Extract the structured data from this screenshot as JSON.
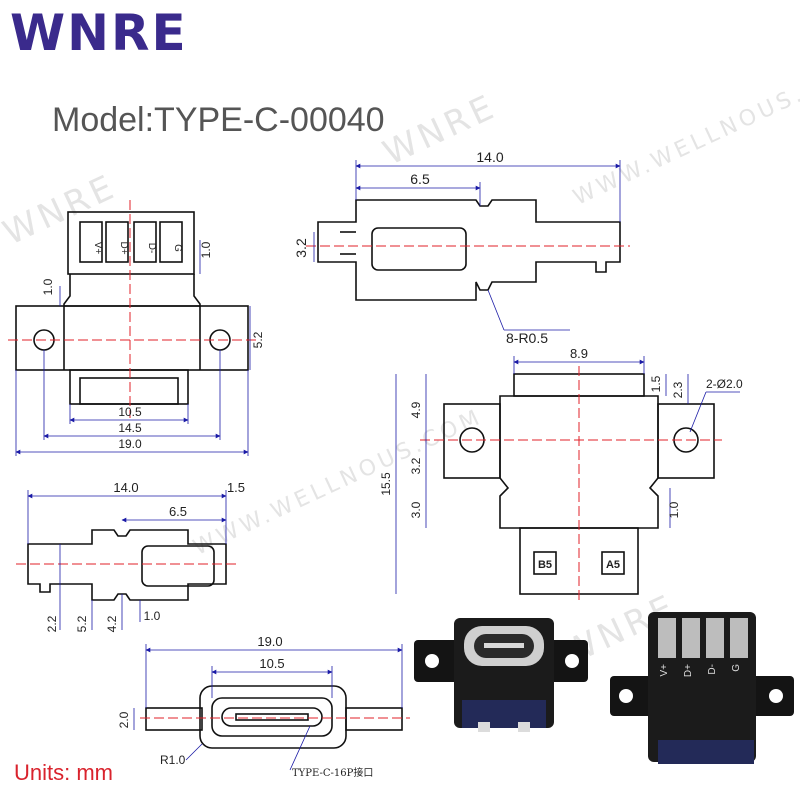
{
  "brand": {
    "logo_text": "WNRE"
  },
  "model": {
    "label": "Model:TYPE-C-00040"
  },
  "units": {
    "label": "Units: mm"
  },
  "colors": {
    "brand": "#3a2a8c",
    "units": "#d9232d",
    "outline": "#111111",
    "dimension": "#1a1aa6",
    "centerline": "#e0202a"
  },
  "watermarks": [
    "WNRE",
    "WWW.WELLNOUS.COM"
  ],
  "views": {
    "front": {
      "pin_labels": [
        "V+",
        "D+",
        "D-",
        "G"
      ],
      "dims": [
        "1.0",
        "1.0",
        "5.2",
        "10.5",
        "14.5",
        "19.0"
      ]
    },
    "side_top": {
      "dims": [
        "14.0",
        "6.5",
        "3.2",
        "8-R0.5"
      ]
    },
    "rear": {
      "dims": [
        "8.9",
        "1.5",
        "2.3",
        "2-Ø2.0",
        "4.9",
        "3.2",
        "15.5",
        "3.0",
        "1.0"
      ],
      "pin_marks": [
        "B5",
        "A5"
      ]
    },
    "side_bottom": {
      "dims": [
        "14.0",
        "1.5",
        "6.5",
        "2.2",
        "5.2",
        "4.2",
        "1.0"
      ]
    },
    "port": {
      "dims": [
        "19.0",
        "10.5",
        "2.0",
        "R1.0"
      ],
      "callout": "TYPE-C-16P接口"
    }
  },
  "photos": {
    "right_pin_labels": [
      "G",
      "D-",
      "D+",
      "V+"
    ]
  }
}
